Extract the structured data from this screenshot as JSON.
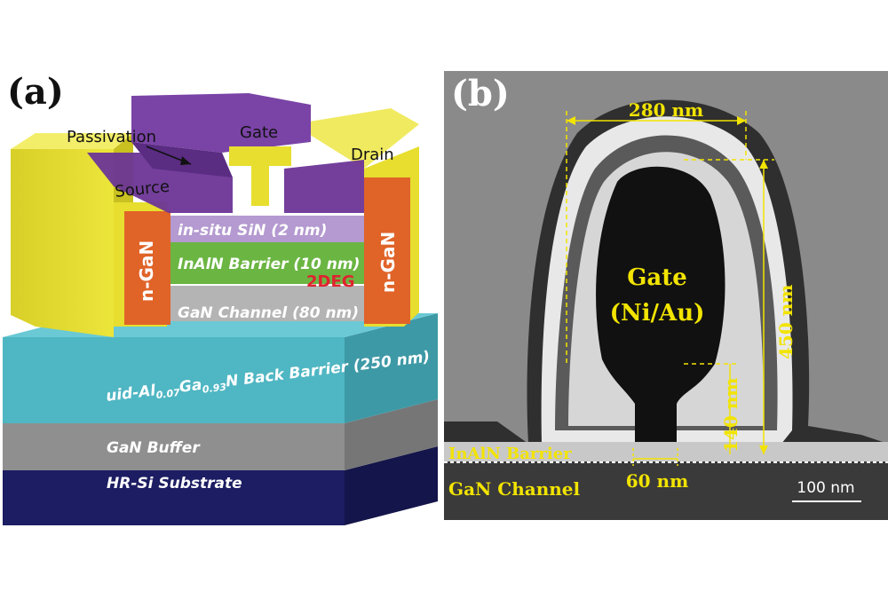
{
  "panel_a": {
    "label": "(a)",
    "callouts": {
      "passivation": "Passivation",
      "gate": "Gate",
      "drain": "Drain",
      "source": "Source"
    },
    "contacts": {
      "left": "n-GaN",
      "right": "n-GaN"
    },
    "layers": {
      "sin": "in-situ SiN (2 nm)",
      "inaln": "InAlN Barrier (10 nm)",
      "twodeg": "2DEG",
      "gan_channel": "GaN Channel (80 nm)",
      "back_barrier_prefix": "uid-Al",
      "back_barrier_sub1": "0.07",
      "back_barrier_mid": "Ga",
      "back_barrier_sub2": "0.93",
      "back_barrier_suffix": "N Back Barrier (250 nm)",
      "gan_buffer": "GaN Buffer",
      "substrate": "HR-Si Substrate"
    },
    "colors": {
      "substrate": "#1c1d62",
      "buffer": "#8f8f8f",
      "back_barrier": "#4fb6c3",
      "gan_channel": "#b4b4b4",
      "inaln": "#6bb543",
      "sin": "#b49ad0",
      "contact": "#e06328",
      "metal": "#e7de2f",
      "passivation": "#6b3596",
      "twodeg": "#e0232f"
    }
  },
  "panel_b": {
    "label": "(b)",
    "gate_label_1": "Gate",
    "gate_label_2": "(Ni/Au)",
    "dims": {
      "top_width": "280 nm",
      "height": "450 nm",
      "stem_height": "140 nm",
      "foot_width": "60 nm"
    },
    "layers": {
      "barrier": "InAlN Barrier",
      "channel": "GaN Channel"
    },
    "scale_bar": "100 nm",
    "annotation_color": "#f2e400"
  }
}
